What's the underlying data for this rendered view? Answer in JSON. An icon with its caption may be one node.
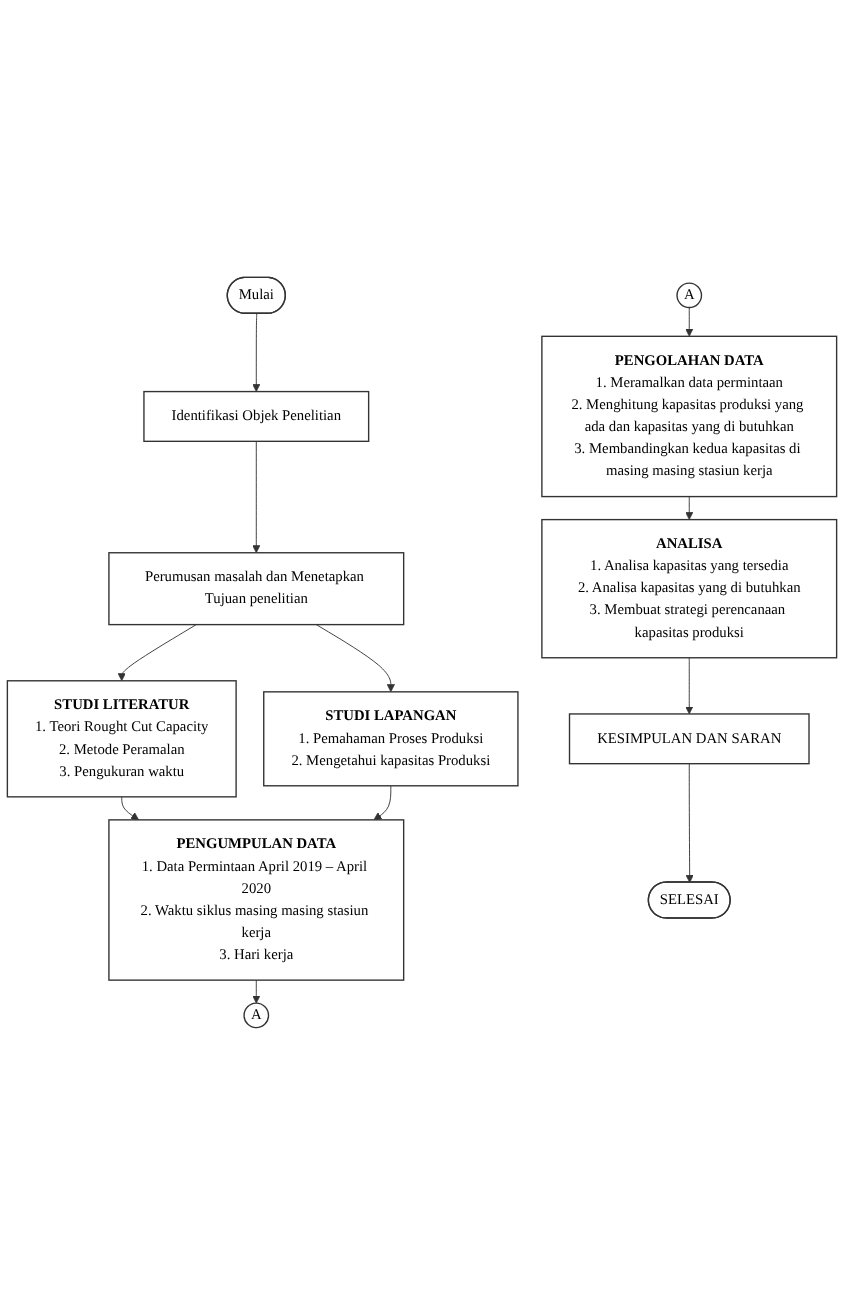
{
  "diagram": {
    "nodes": [
      {
        "text": [
          "Mulai"
        ]
      },
      {
        "text": [
          "Identifikasi Objek Penelitian"
        ]
      },
      {
        "text": [
          "Perumusan masalah dan Menetapkan Tujuan penelitian"
        ]
      },
      {
        "text": [
          "STUDI LITERATUR",
          "1. Teori Rought Cut Capacity",
          "2. Metode Peramalan",
          "3. Pengukuran waktu"
        ]
      },
      {
        "text": [
          "STUDI LAPANGAN",
          "1. Pemahaman Proses Produksi",
          "2. Mengetahui kapasitas Produksi"
        ]
      },
      {
        "text": [
          "PENGUMPULAN DATA",
          "1. Data Permintaan April 2019 – April 2020",
          "2. Waktu siklus masing masing stasiun kerja",
          "3. Hari kerja"
        ]
      },
      {
        "text": [
          "A"
        ]
      },
      {
        "text": [
          "A"
        ]
      },
      {
        "text": [
          "PENGOLAHAN DATA",
          "1. Meramalkan data permintaan",
          "2. Menghitung kapasitas produksi yang ada dan kapasitas yang di butuhkan",
          "3. Membandingkan kedua kapasitas di masing masing stasiun kerja"
        ]
      },
      {
        "text": [
          "ANALISA",
          "1. Analisa kapasitas yang tersedia",
          "2. Analisa kapasitas yang di butuhkan",
          "3. Membuat strategi perencanaan kapasitas produksi"
        ]
      },
      {
        "text": [
          "KESIMPULAN DAN SARAN"
        ]
      },
      {
        "text": [
          "SELESAI"
        ]
      }
    ],
    "edges": [
      {
        "from": 0,
        "to": 1,
        "arrow": "to"
      },
      {
        "from": 1,
        "to": 2,
        "arrow": "to"
      },
      {
        "from": 2,
        "to": 3,
        "arrow": "to"
      },
      {
        "from": 2,
        "to": 4,
        "arrow": "to"
      },
      {
        "from": 3,
        "to": 5,
        "arrow": "to"
      },
      {
        "from": 4,
        "to": 5,
        "arrow": "to"
      },
      {
        "from": 5,
        "to": 6,
        "arrow": "to"
      },
      {
        "from": 7,
        "to": 8,
        "arrow": "to"
      },
      {
        "from": 8,
        "to": 9,
        "arrow": "to"
      },
      {
        "from": 9,
        "to": 10,
        "arrow": "to"
      },
      {
        "from": 10,
        "to": 11,
        "arrow": "to"
      }
    ]
  }
}
